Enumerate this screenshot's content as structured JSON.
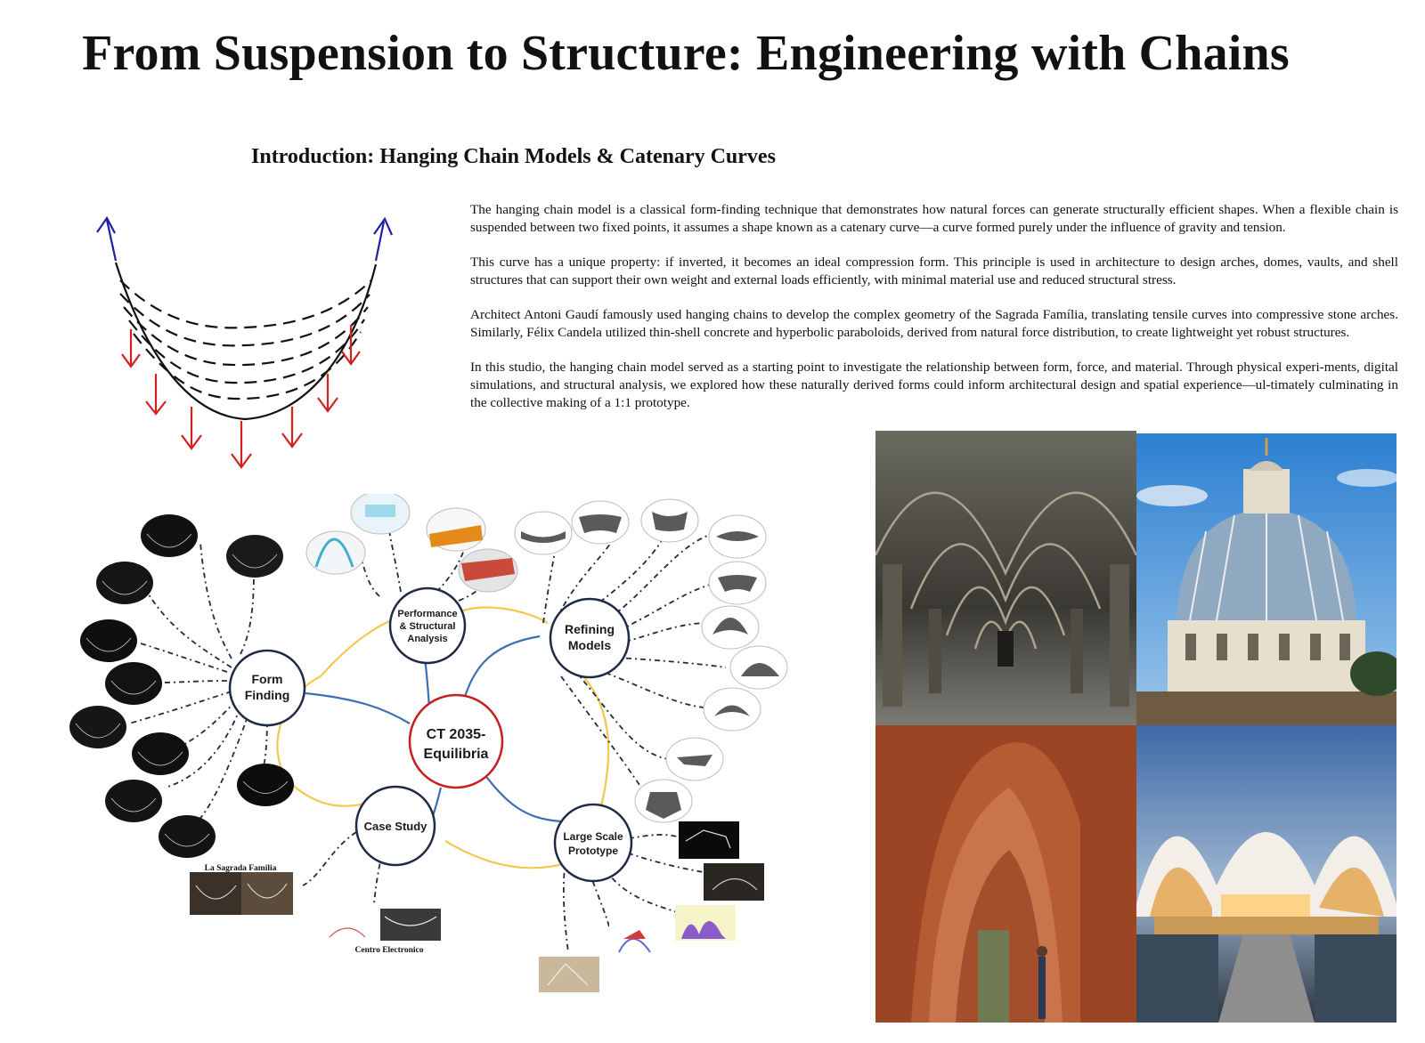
{
  "title": "From Suspension to Structure: Engineering with Chains",
  "subtitle": "Introduction: Hanging Chain Models & Catenary Curves",
  "intro_paragraphs": [
    "The hanging chain model is a classical form-finding technique that demonstrates how natural forces can generate structurally efficient shapes. When a flexible chain is suspended between two fixed points, it assumes a shape known as a catenary curve—a curve formed purely under the influence of gravity and tension.",
    "This curve has a unique property: if inverted, it becomes an ideal compression form. This principle is used in architecture to design arches, domes, vaults, and shell structures that can support their own weight and external loads efficiently, with minimal material use and reduced structural stress.",
    "Architect Antoni Gaudí famously used hanging chains to develop the complex geometry of the Sagrada Família, translating tensile curves into compressive stone arches. Similarly, Félix Candela utilized thin-shell concrete and hyperbolic paraboloids, derived from natural force distribution, to create lightweight yet robust structures.",
    "In this studio, the hanging chain model served as a starting point to investigate the relationship between form, force, and material. Through physical experi-ments, digital simulations, and structural analysis, we explored how these naturally derived forms could inform architectural design and spatial experience—ul-timately culminating in the collective making of a 1:1 prototype."
  ],
  "mindmap": {
    "center": [
      "CT 2035-",
      "Equilibria"
    ],
    "form_finding": [
      "Form",
      "Finding"
    ],
    "performance": [
      "Performance",
      "& Structural",
      "Analysis"
    ],
    "refining": [
      "Refining",
      "Models"
    ],
    "case_study": "Case Study",
    "prototype": [
      "Large Scale",
      "Prototype"
    ],
    "caption_sagrada": "La Sagrada Familia",
    "caption_centro": "Centro Electronico"
  },
  "colors": {
    "arrow_up": "#1f1fa8",
    "arrow_down": "#d42020",
    "center_ring": "#c81e1e",
    "node_ring": "#1f2a44",
    "link_blue": "#3d6db3",
    "link_yellow": "#f2c94c",
    "dashed": "#1f2a44"
  }
}
